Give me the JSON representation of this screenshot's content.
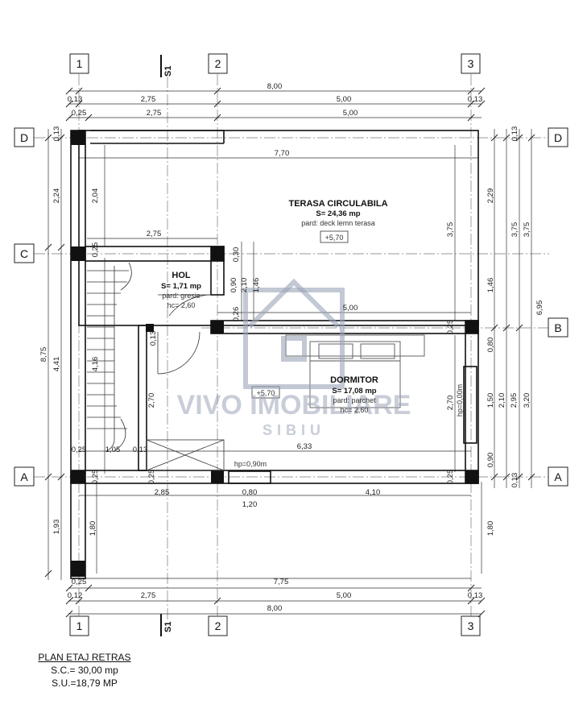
{
  "axes": {
    "col_1": "1",
    "col_2": "2",
    "col_3": "3",
    "row_a": "A",
    "row_b": "B",
    "row_c": "C",
    "row_d": "D",
    "section": "S1"
  },
  "dims_top": {
    "overall": "8,00",
    "r1_left": "0,13",
    "r1_mid": "2,75",
    "r1_right": "5,00",
    "r1_end": "0,13",
    "r2_left": "0,25",
    "r2_mid": "2,75",
    "r2_right": "5,00",
    "terrace_width": "7,70",
    "hol_width": "2,75",
    "bed_top": "5,00",
    "bed_inner": "6,33",
    "stair_w1": "0,25",
    "stair_w2": "1,05",
    "stair_w3": "0,13",
    "wall_left": "0,25",
    "wall_a_left": "0,25",
    "wall_a_right": "0,25",
    "bottom_l1": "2,85",
    "bottom_l2": "0,80",
    "bottom_l3": "4,10",
    "bottom_l4": "1,20",
    "door_h": "hp=0,90m"
  },
  "dims_bottom": {
    "inner": "7,75",
    "left_wall": "0,25",
    "r1_left": "0,12",
    "r1_mid": "2,75",
    "r1_right": "5,00",
    "r1_end": "0,13",
    "overall": "8,00"
  },
  "dims_left": {
    "top_off": "0,13",
    "d_c": "2,24",
    "d_c_inner": "2,04",
    "c_off": "0,25",
    "overall": "8,75",
    "c_a": "4,41",
    "stair_len": "4,16",
    "a_off": "0,25",
    "below": "1,93",
    "below_inner": "1,80",
    "hol_h": "0,30",
    "hol_h2": "2,10",
    "hol_h3": "1,46",
    "hol_h4": "0,90",
    "hol_h5": "0,26",
    "hol_h6": "0,13",
    "stair_h": "2,70",
    "a_wall": "0,25"
  },
  "dims_right": {
    "terrace_inner": "2,29",
    "terrace_tot": "3,75",
    "terrace_outer": "3,75",
    "top_off": "0,13",
    "overall": "6,95",
    "b_off": "1,46",
    "win_top": "0,80",
    "win": "1,50",
    "bed_h": "2,70",
    "bed_h2": "2,10",
    "bed_h3": "2,95",
    "bed_h4": "3,20",
    "win_bot": "0,90",
    "a_off": "0,13",
    "below": "1,80",
    "terrace_mid": "3,75",
    "b_wall": "0,25",
    "a_wall2": "0,25",
    "win_hp": "hp=0,00m"
  },
  "rooms": {
    "terrace_name": "TERASA CIRCULABILA",
    "terrace_area": "S= 24,36 mp",
    "terrace_floor": "pard: deck lemn terasa",
    "terrace_level": "+5,70",
    "hol_name": "HOL",
    "hol_area": "S= 1,71 mp",
    "hol_floor": "pard: gresie",
    "hol_height": "hc= 2,60",
    "bed_name": "DORMITOR",
    "bed_area": "S= 17,08 mp",
    "bed_floor": "pard: parchet",
    "bed_height": "hc= 2,60",
    "level_mark": "+5,70"
  },
  "watermark": {
    "line1": "VIVO IMOBILIARE",
    "line2": "SIBIU"
  },
  "footer": {
    "title": "PLAN ETAJ RETRAS",
    "sc": "S.C.= 30,00 mp",
    "su": "S.U.=18,79 MP"
  }
}
